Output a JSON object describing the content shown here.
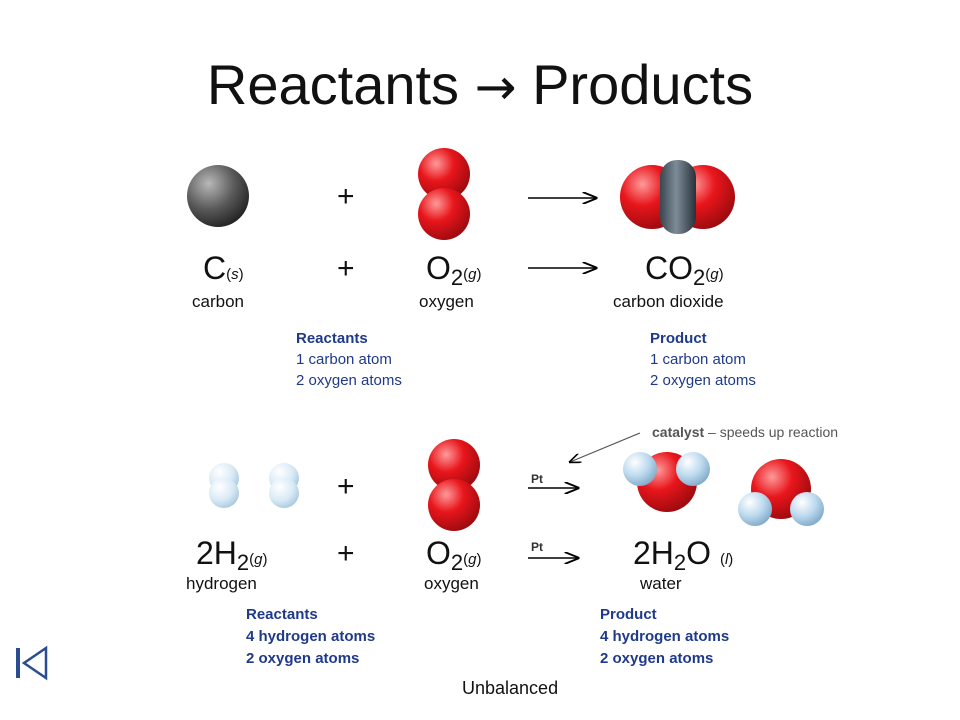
{
  "title": {
    "left": "Reactants",
    "arrow": "→",
    "right": "Products"
  },
  "reaction1": {
    "carbon_symbol": "C",
    "carbon_state": "s",
    "plus": "+",
    "oxygen_symbol": "O",
    "oxygen_sub": "2",
    "oxygen_state": "g",
    "product_symbol": "CO",
    "product_sub": "2",
    "product_state": "g",
    "names": {
      "carbon": "carbon",
      "oxygen": "oxygen",
      "product": "carbon dioxide"
    },
    "reactants_box": {
      "heading": "Reactants",
      "line1": "1 carbon atom",
      "line2": "2 oxygen atoms"
    },
    "product_box": {
      "heading": "Product",
      "line1": "1 carbon atom",
      "line2": "2 oxygen atoms"
    }
  },
  "reaction2": {
    "coef_h2": "2",
    "h_symbol": "H",
    "h_sub": "2",
    "h_state": "g",
    "plus": "+",
    "oxygen_symbol": "O",
    "oxygen_sub": "2",
    "oxygen_state": "g",
    "catalyst_label": "Pt",
    "coef_water": "2",
    "water_h": "H",
    "water_sub": "2",
    "water_o": "O",
    "water_state": "l",
    "names": {
      "hydrogen": "hydrogen",
      "oxygen": "oxygen",
      "water": "water"
    },
    "reactants_box": {
      "heading": "Reactants",
      "line1": "4 hydrogen atoms",
      "line2": "2 oxygen atoms"
    },
    "product_box": {
      "heading": "Product",
      "line1": "4 hydrogen atoms",
      "line2": "2 oxygen atoms"
    }
  },
  "catalyst_note": {
    "term": "catalyst",
    "rest": "– speeds up reaction"
  },
  "footer": "Unbalanced",
  "colors": {
    "oxygen": "#e0151a",
    "carbon": "#555555",
    "hydrogen": "#a9cde6",
    "note_text": "#1f3a8a"
  },
  "icons": {
    "back_to_start": "skip-back-icon"
  }
}
